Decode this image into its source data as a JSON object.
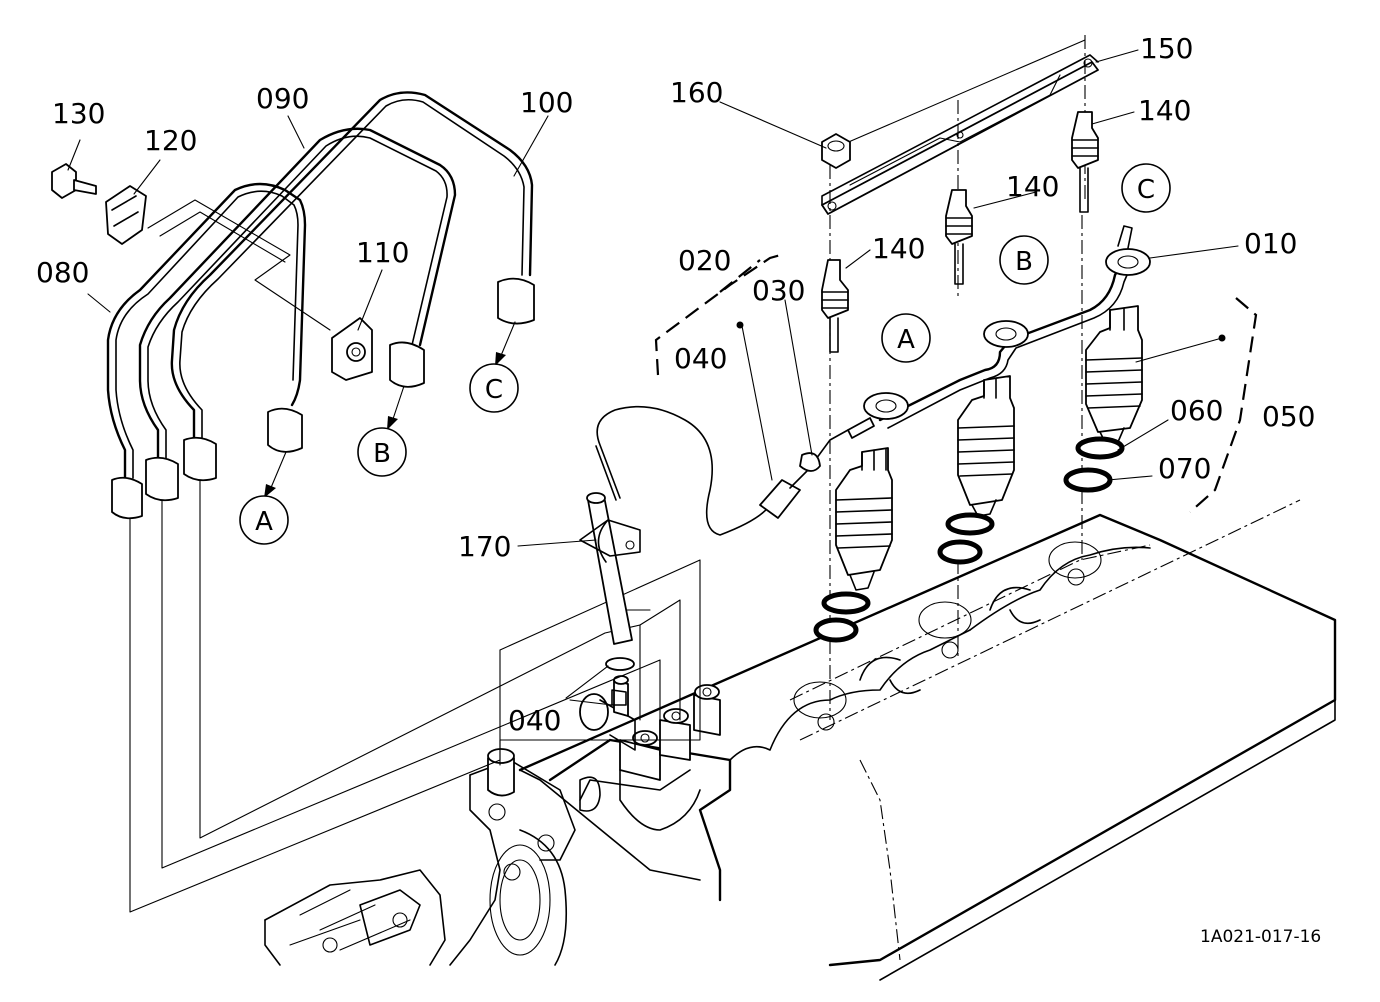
{
  "diagram": {
    "callouts": {
      "p010": "010",
      "p020": "020",
      "p030": "030",
      "p040_top": "040",
      "p040_bottom": "040",
      "p050": "050",
      "p060": "060",
      "p070": "070",
      "p080": "080",
      "p090": "090",
      "p100": "100",
      "p110": "110",
      "p120": "120",
      "p130": "130",
      "p140_a": "140",
      "p140_b": "140",
      "p140_c": "140",
      "p150": "150",
      "p160": "160",
      "p170": "170"
    },
    "refs": {
      "a": "A",
      "b": "B",
      "c": "C"
    },
    "figure_code": "1A021-017-16"
  }
}
